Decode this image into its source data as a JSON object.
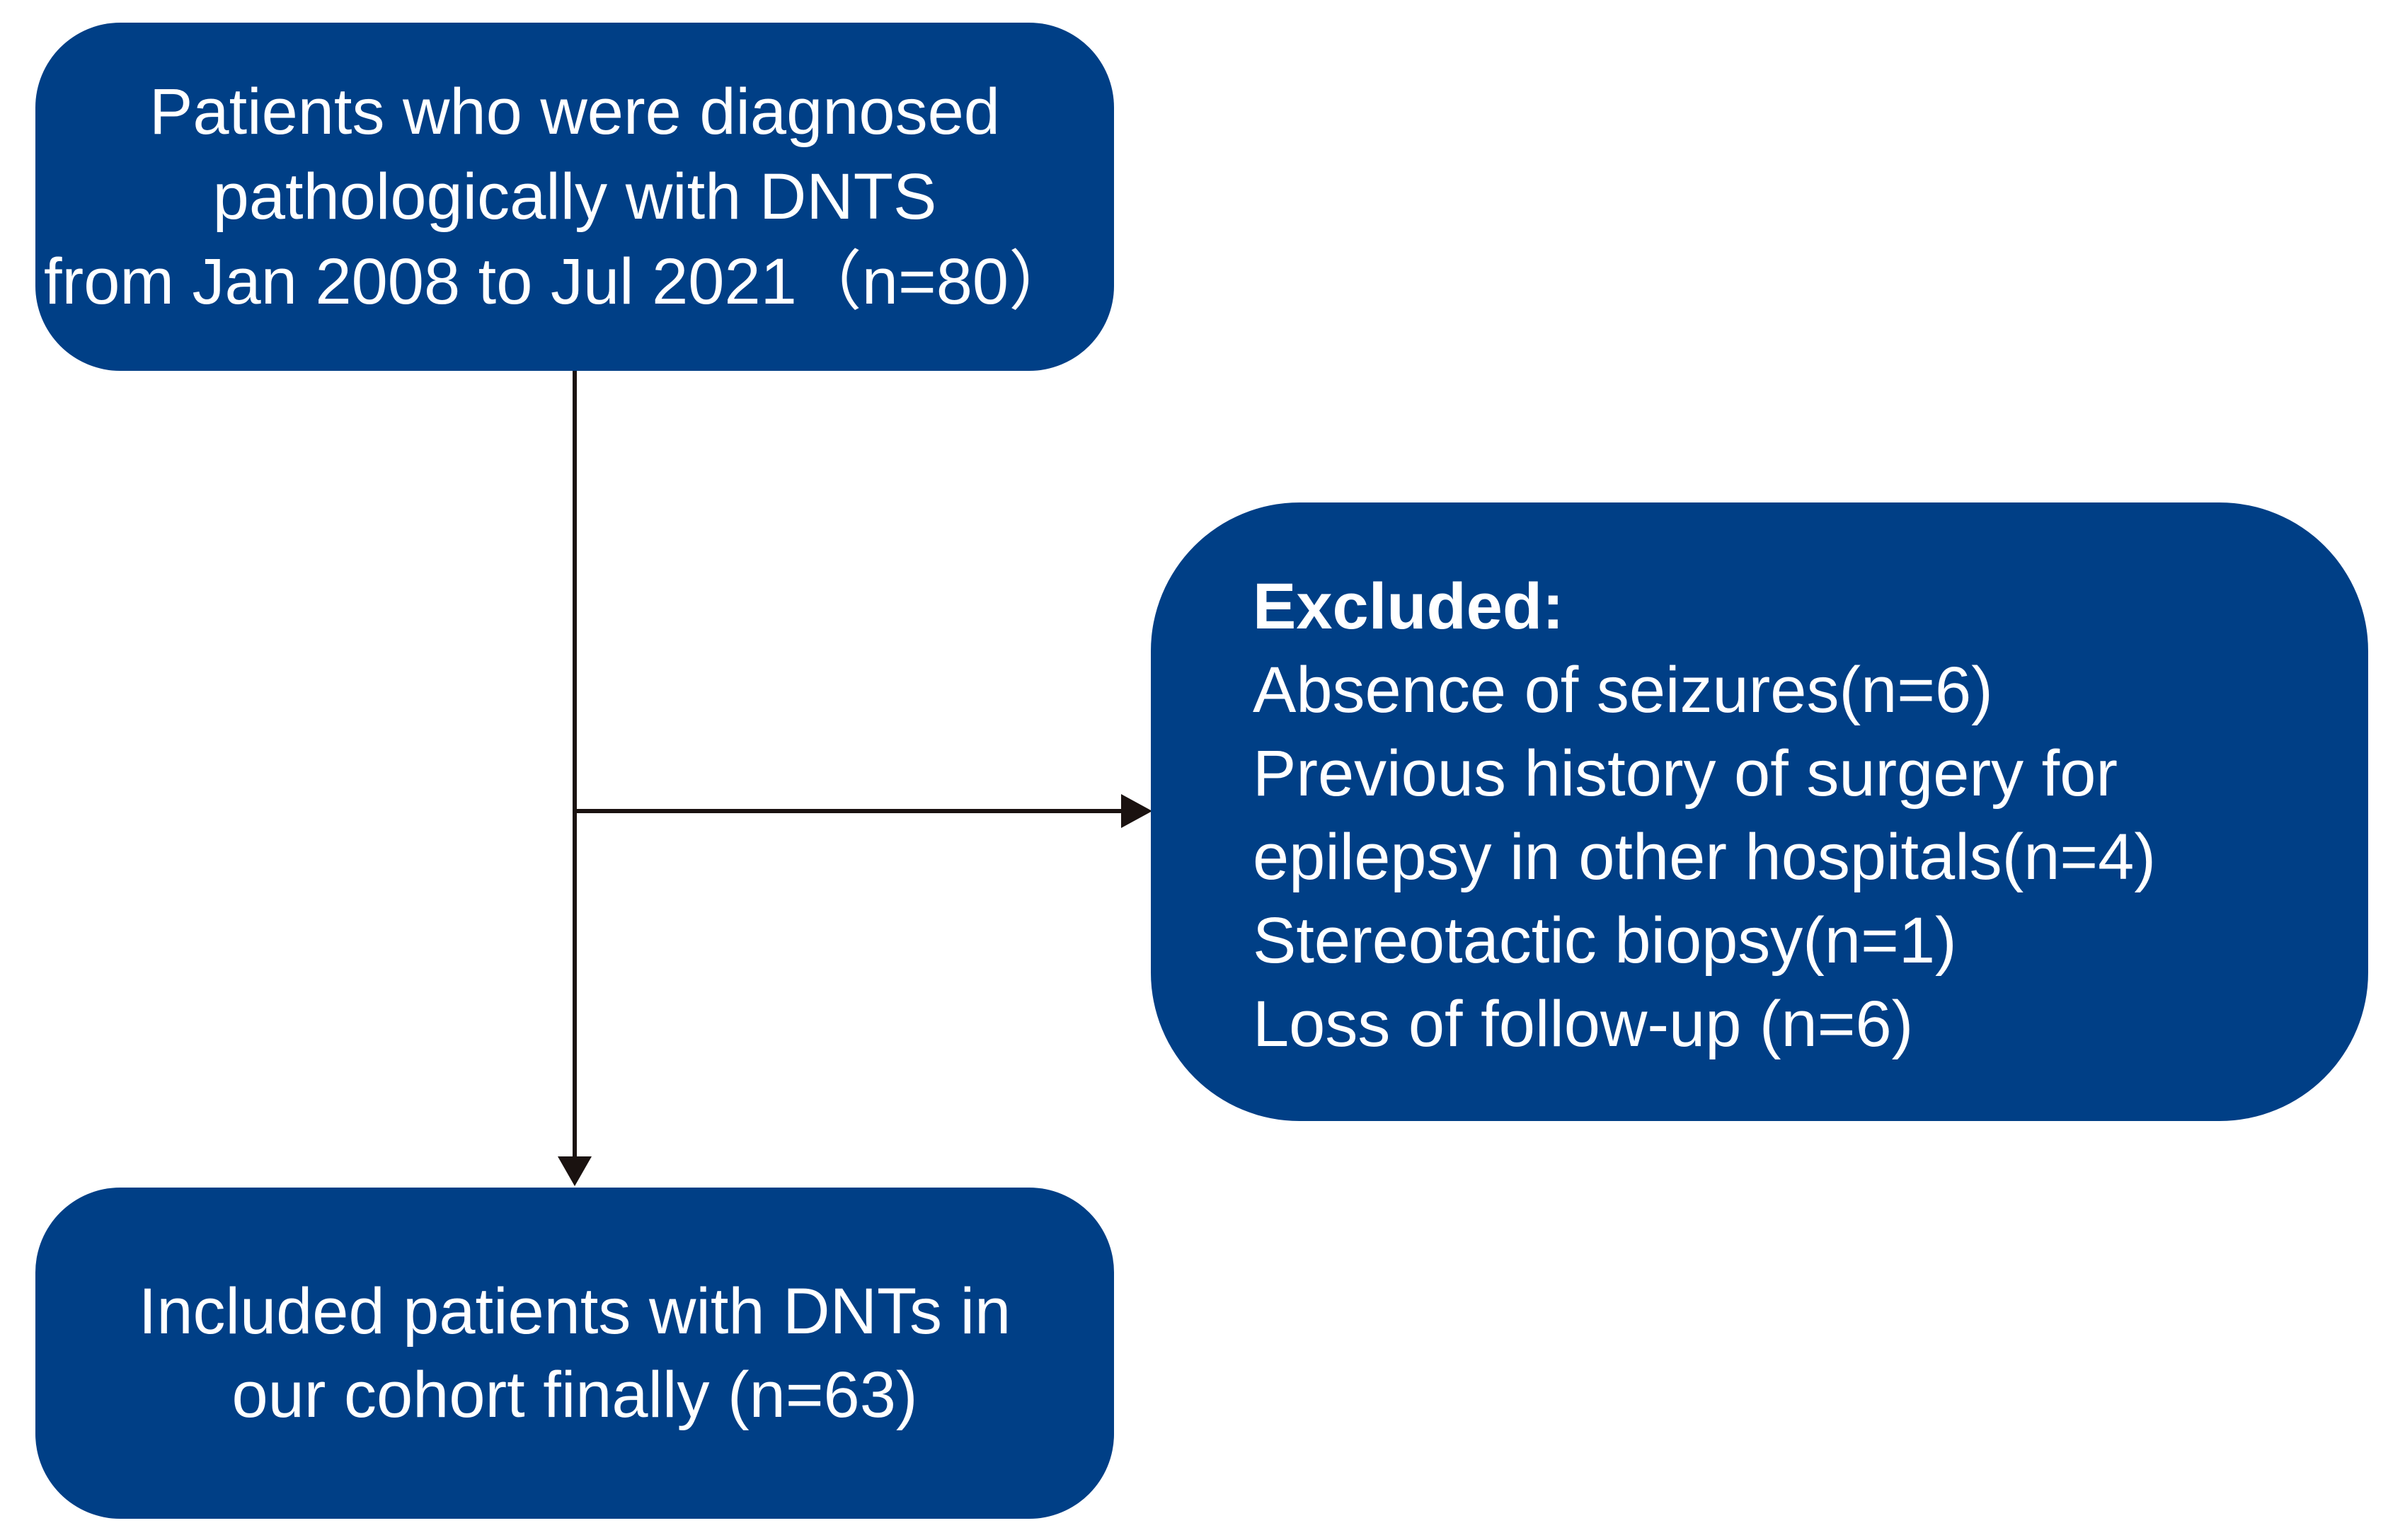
{
  "diagram": {
    "top_box": {
      "lines": [
        "Patients who were diagnosed",
        "pathologically with DNTS",
        "from Jan 2008 to Jul 2021（n=80）"
      ]
    },
    "excluded_box": {
      "heading": "Excluded:",
      "items": [
        "Absence of seizures(n=6)",
        "Previous history of surgery for",
        "epilepsy in other hospitals(n=4)",
        "Stereotactic biopsy(n=1)",
        "Loss of follow-up (n=6)"
      ]
    },
    "bottom_box": {
      "lines": [
        "Included patients with DNTs in",
        "our cohort finally (n=63)"
      ]
    },
    "colors": {
      "box_fill": "#003f86",
      "text": "#ffffff",
      "arrow": "#1a1210"
    }
  }
}
